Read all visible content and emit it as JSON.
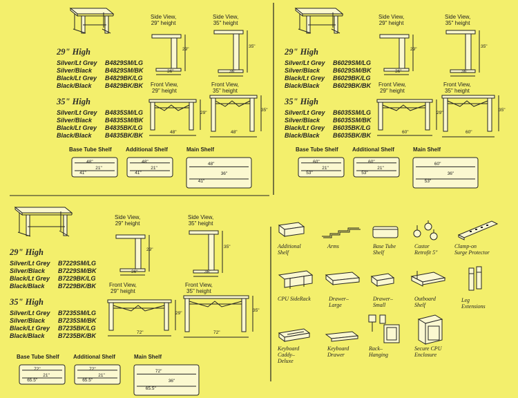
{
  "sets": [
    {
      "id": "b48",
      "side": {
        "l29": "Side View,",
        "l29b": "29\" height",
        "l35": "Side View,",
        "l35b": "35\" height",
        "d29h": "29\"",
        "d29w": "36\"",
        "d35h": "35\"",
        "d35w": "36\""
      },
      "front": {
        "l29": "Front View,",
        "l29b": "29\" height",
        "l35": "Front View,",
        "l35b": "35\" height",
        "d29h": "29\"",
        "d29w": "48\"",
        "d35h": "35\"",
        "d35w": "48\""
      },
      "h29": "29\" High",
      "models29": [
        [
          "Silver/Lt Grey",
          "B4829SM/LG"
        ],
        [
          "Silver/Black",
          "B4829SM/BK"
        ],
        [
          "Black/Lt Grey",
          "B4829BK/LG"
        ],
        [
          "Black/Black",
          "B4829BK/BK"
        ]
      ],
      "h35": "35\" High",
      "models35": [
        [
          "Silver/Lt Grey",
          "B4835SM/LG"
        ],
        [
          "Silver/Black",
          "B4835SM/BK"
        ],
        [
          "Black/Lt Grey",
          "B4835BK/LG"
        ],
        [
          "Black/Black",
          "B4835BK/BK"
        ]
      ],
      "shelves": {
        "base": "Base Tube Shelf",
        "additional": "Additional Shelf",
        "main": "Main Shelf"
      },
      "base_dims": [
        "48\"",
        "21\"",
        "41\""
      ],
      "add_dims": [
        "48\"",
        "21\"",
        "41\""
      ],
      "main_dims": [
        "48\"",
        "36\"",
        "41\""
      ]
    },
    {
      "id": "b60",
      "side": {
        "l29": "Side View,",
        "l29b": "29\" height",
        "l35": "Side View,",
        "l35b": "35\" height",
        "d29h": "29\"",
        "d29w": "36\"",
        "d35h": "35\"",
        "d35w": "36\""
      },
      "front": {
        "l29": "Front View,",
        "l29b": "29\" height",
        "l35": "Front View,",
        "l35b": "35\" height",
        "d29h": "29\"",
        "d29w": "60\"",
        "d35h": "35\"",
        "d35w": "60\""
      },
      "h29": "29\" High",
      "models29": [
        [
          "Silver/Lt Grey",
          "B6029SM/LG"
        ],
        [
          "Silver/Black",
          "B6029SM/BK"
        ],
        [
          "Black/Lt Grey",
          "B6029BK/LG"
        ],
        [
          "Black/Black",
          "B6029BK/BK"
        ]
      ],
      "h35": "35\" High",
      "models35": [
        [
          "Silver/Lt Grey",
          "B6035SM/LG"
        ],
        [
          "Silver/Black",
          "B6035SM/BK"
        ],
        [
          "Black/Lt Grey",
          "B6035BK/LG"
        ],
        [
          "Black/Black",
          "B6035BK/BK"
        ]
      ],
      "shelves": {
        "base": "Base Tube Shelf",
        "additional": "Additional Shelf",
        "main": "Main Shelf"
      },
      "base_dims": [
        "60\"",
        "21\"",
        "53\""
      ],
      "add_dims": [
        "60\"",
        "21\"",
        "53\""
      ],
      "main_dims": [
        "60\"",
        "36\"",
        "53\""
      ]
    },
    {
      "id": "b72",
      "side": {
        "l29": "Side View,",
        "l29b": "29\" height",
        "l35": "Side View,",
        "l35b": "35\" height",
        "d29h": "29\"",
        "d29w": "36\"",
        "d35h": "35\"",
        "d35w": "36\""
      },
      "front": {
        "l29": "Front View,",
        "l29b": "29\" height",
        "l35": "Front View,",
        "l35b": "35\" height",
        "d29h": "29\"",
        "d29w": "72\"",
        "d35h": "35\"",
        "d35w": "72\""
      },
      "h29": "29\" High",
      "models29": [
        [
          "Silver/Lt Grey",
          "B7229SM/LG"
        ],
        [
          "Silver/Black",
          "B7229SM/BK"
        ],
        [
          "Black/Lt Grey",
          "B7229BK/LG"
        ],
        [
          "Black/Black",
          "B7229BK/BK"
        ]
      ],
      "h35": "35\" High",
      "models35": [
        [
          "Silver/Lt Grey",
          "B7235SM/LG"
        ],
        [
          "Silver/Black",
          "B7235SM/BK"
        ],
        [
          "Black/Lt Grey",
          "B7235BK/LG"
        ],
        [
          "Black/Black",
          "B7235BK/BK"
        ]
      ],
      "shelves": {
        "base": "Base Tube Shelf",
        "additional": "Additional Shelf",
        "main": "Main Shelf"
      },
      "base_dims": [
        "72\"",
        "21\"",
        "65.5\""
      ],
      "add_dims": [
        "72\"",
        "21\"",
        "65.5\""
      ],
      "main_dims": [
        "72\"",
        "36\"",
        "65.5\""
      ]
    }
  ],
  "accessories": {
    "additional_shelf": [
      "Additional",
      "Shelf"
    ],
    "arms": [
      "Arms"
    ],
    "base_tube_shelf": [
      "Base Tube",
      "Shelf"
    ],
    "castor": [
      "Castor",
      "Retrofit 5\""
    ],
    "clamp": [
      "Clamp-on",
      "Surge Protector"
    ],
    "cpu_siderack": [
      "CPU SideRack"
    ],
    "drawer_large": [
      "Drawer–",
      "Large"
    ],
    "drawer_small": [
      "Drawer–",
      "Small"
    ],
    "outboard_shelf": [
      "Outboard",
      "Shelf"
    ],
    "leg_ext": [
      "Leg",
      "Extensions"
    ],
    "kb_caddy": [
      "Keyboard",
      "Caddy–",
      "Deluxe"
    ],
    "kb_drawer": [
      "Keyboard",
      "Drawer"
    ],
    "rack_hanging": [
      "Rack–",
      "Hanging"
    ],
    "cpu_enclosure": [
      "Secure CPU",
      "Enclosure"
    ]
  },
  "colors": {
    "background": "#f3ef6c",
    "line": "#222222",
    "paper": "#fbf8d0"
  }
}
